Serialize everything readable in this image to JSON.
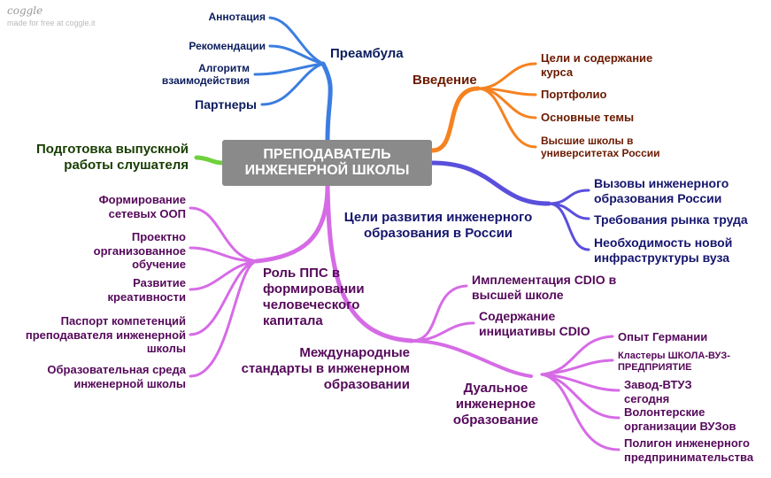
{
  "brand": {
    "logo": "coggle",
    "tagline": "made for free at coggle.it"
  },
  "colors": {
    "blue": "#3b7de0",
    "orange": "#f58220",
    "indigo": "#5a4fdc",
    "green": "#6fd13c",
    "magenta": "#d66be6",
    "center": "#8a8a8a"
  },
  "center": {
    "line1": "ПРЕПОДАВАТЕЛЬ",
    "line2": "ИНЖЕНЕРНОЙ ШКОЛЫ"
  },
  "preamble": {
    "title": "Преамбула",
    "children": [
      "Аннотация",
      "Рекомендации",
      "Алгоритм взаимодействия",
      "Партнеры"
    ]
  },
  "intro": {
    "title": "Введение",
    "children": [
      "Цели и содержание курса",
      "Портфолио",
      "Основные темы",
      "Высшие школы в университетах России"
    ]
  },
  "thesis": {
    "title": "Подготовка выпускной работы слушателя"
  },
  "goals": {
    "title": "Цели развития инженерного образования в России",
    "children": [
      "Вызовы инженерного образования России",
      "Требования рынка труда",
      "Необходимость новой инфраструктуры вуза"
    ]
  },
  "role": {
    "title": "Роль ППС в формировании человеческого капитала",
    "children": [
      "Формирование сетевых ООП",
      "Проектно организованное обучение",
      "Развитие креативности",
      "Паспорт компетенций преподавателя инженерной школы",
      "Образовательная среда инженерной школы"
    ]
  },
  "standards": {
    "title": "Международные стандарты в инженерном образовании",
    "children": [
      "Имплементация CDIO в высшей школе",
      "Содержание инициативы CDIO"
    ]
  },
  "dual": {
    "title": "Дуальное инженерное образование",
    "children": [
      "Опыт Германии",
      "Кластеры ШКОЛА-ВУЗ-ПРЕДПРИЯТИЕ",
      "Завод-ВТУЗ сегодня",
      "Волонтерские организации ВУЗов",
      "Полигон инженерного предпринимательства"
    ]
  }
}
